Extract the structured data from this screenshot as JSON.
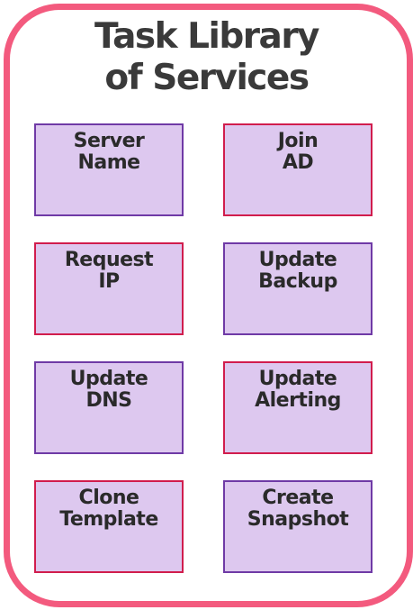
{
  "title": {
    "line1": "Task Library",
    "line2": "of Services"
  },
  "colors": {
    "frame": "#f35a7e",
    "tile_fill": "#ddc8ef",
    "tile_border_purple": "#6f3aa6",
    "tile_border_red": "#d11d4d",
    "text": "#3a3a3a"
  },
  "tasks": [
    {
      "line1": "Server",
      "line2": "Name",
      "border": "purple"
    },
    {
      "line1": "Join",
      "line2": "AD",
      "border": "red"
    },
    {
      "line1": "Request",
      "line2": "IP",
      "border": "red"
    },
    {
      "line1": "Update",
      "line2": "Backup",
      "border": "purple"
    },
    {
      "line1": "Update",
      "line2": "DNS",
      "border": "purple"
    },
    {
      "line1": "Update",
      "line2": "Alerting",
      "border": "red"
    },
    {
      "line1": "Clone",
      "line2": "Template",
      "border": "red"
    },
    {
      "line1": "Create",
      "line2": "Snapshot",
      "border": "purple"
    }
  ]
}
